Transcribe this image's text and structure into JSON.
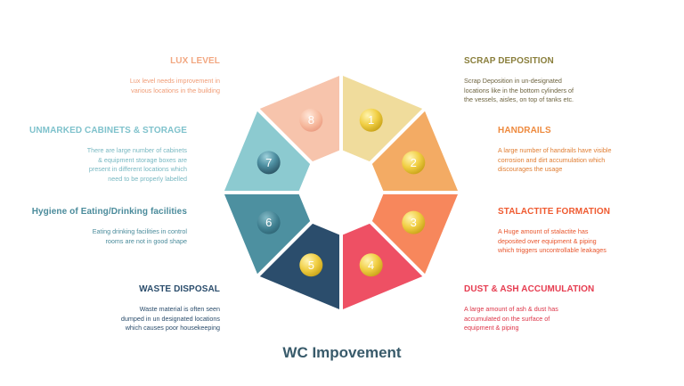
{
  "title": "WC Impovement",
  "segments": [
    {
      "num": "1",
      "color": "#f0dc9c"
    },
    {
      "num": "2",
      "color": "#f3ab64"
    },
    {
      "num": "3",
      "color": "#f7875c"
    },
    {
      "num": "4",
      "color": "#ee5064"
    },
    {
      "num": "5",
      "color": "#2b4d6c"
    },
    {
      "num": "6",
      "color": "#4d90a0"
    },
    {
      "num": "7",
      "color": "#8ccad0"
    },
    {
      "num": "8",
      "color": "#f7c4ac"
    }
  ],
  "items": {
    "scrap": {
      "heading": "SCRAP DEPOSITION",
      "lines": [
        "Scrap Deposition in un-designated",
        "locations like in the bottom cylinders of",
        "the vessels, aisles, on top of tanks etc."
      ],
      "heading_color": "#8a7f3c",
      "text_color": "#6e6440"
    },
    "handrails": {
      "heading": "HANDRAILS",
      "lines": [
        "A large number of handrails have visible",
        "corrosion and dirt accumulation which",
        "discourages the usage"
      ],
      "heading_color": "#ee8a3e",
      "text_color": "#e07d32"
    },
    "stalactite": {
      "heading": "STALACTITE FORMATION",
      "lines": [
        "A Huge amount of stalactite has",
        "deposited over equipment & piping",
        "which triggers uncontrollable leakages"
      ],
      "heading_color": "#ef5a30",
      "text_color": "#e8552c"
    },
    "dust": {
      "heading": "DUST & ASH ACCUMULATION",
      "lines": [
        "A large amount of ash & dust has",
        "accumulated on the surface of",
        "equipment & piping"
      ],
      "heading_color": "#e63c50",
      "text_color": "#dd3548"
    },
    "lux": {
      "heading": "LUX LEVEL",
      "lines": [
        "Lux level needs improvement in",
        "various locations in the building"
      ],
      "heading_color": "#f2a882",
      "text_color": "#f09c76"
    },
    "cabinets": {
      "heading": "UNMARKED CABINETS & STORAGE",
      "lines": [
        "There are large number of cabinets",
        "& equipment storage boxes are",
        "present in different locations which",
        "need to be properly labelled"
      ],
      "heading_color": "#7fc2cc",
      "text_color": "#78b8c2"
    },
    "hygiene": {
      "heading": "Hygiene of Eating/Drinking facilities",
      "lines": [
        "Eating drinking facilities in control",
        "rooms are not in good shape"
      ],
      "heading_color": "#4a8b9b",
      "text_color": "#4a8b9b"
    },
    "waste": {
      "heading": "WASTE DISPOSAL",
      "lines": [
        "Waste material is often seen",
        "dumped in un designated locations",
        "which causes poor housekeeping"
      ],
      "heading_color": "#2b4d6c",
      "text_color": "#2b4d6c"
    }
  }
}
